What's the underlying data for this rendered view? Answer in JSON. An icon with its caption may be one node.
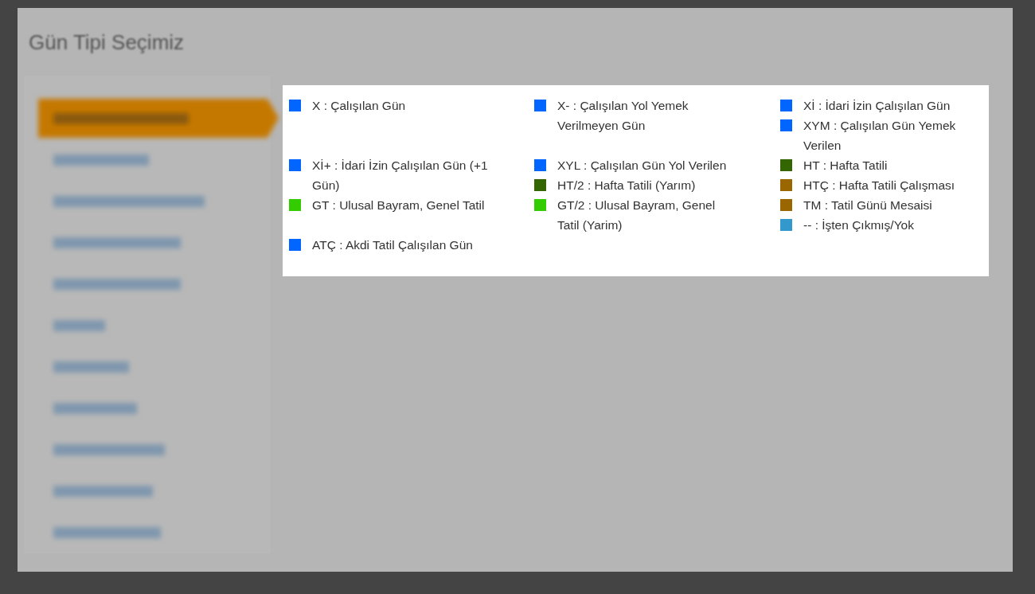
{
  "diagram": {
    "title": "Gün Tipi Seçimiz",
    "legend": [
      {
        "text": "X : Çalışılan Gün",
        "color": "#0066ff"
      },
      {
        "text": "X- : Çalışılan Yol Yemek Verilmeyen Gün",
        "color": "#0066ff"
      },
      {
        "text": "Xİ : İdari İzin Çalışılan Gün",
        "color": "#0066ff"
      },
      {
        "text": "XYM : Çalışılan Gün Yemek Verilen",
        "color": "#0066ff"
      },
      {
        "text": "Xİ+ : İdari İzin Çalışılan Gün (+1 Gün)",
        "color": "#0066ff"
      },
      {
        "text": "XYL : Çalışılan Gün Yol Verilen",
        "color": "#0066ff"
      },
      {
        "text": "HT : Hafta Tatili",
        "color": "#336600"
      },
      {
        "text": "HT/2 : Hafta Tatili (Yarım)",
        "color": "#336600"
      },
      {
        "text": "HTÇ : Hafta Tatili Çalışması",
        "color": "#996600"
      },
      {
        "text": "GT : Ulusal Bayram, Genel Tatil",
        "color": "#33cc00"
      },
      {
        "text": "GT/2 : Ulusal Bayram, Genel Tatil (Yarim)",
        "color": "#33cc00"
      },
      {
        "text": "TM : Tatil Günü Mesaisi",
        "color": "#996600"
      },
      {
        "text": "-- : İşten Çıkmış/Yok",
        "color": "#3399cc"
      },
      {
        "text": "ATÇ : Akdi Tatil Çalışılan Gün",
        "color": "#0066ff"
      }
    ]
  }
}
